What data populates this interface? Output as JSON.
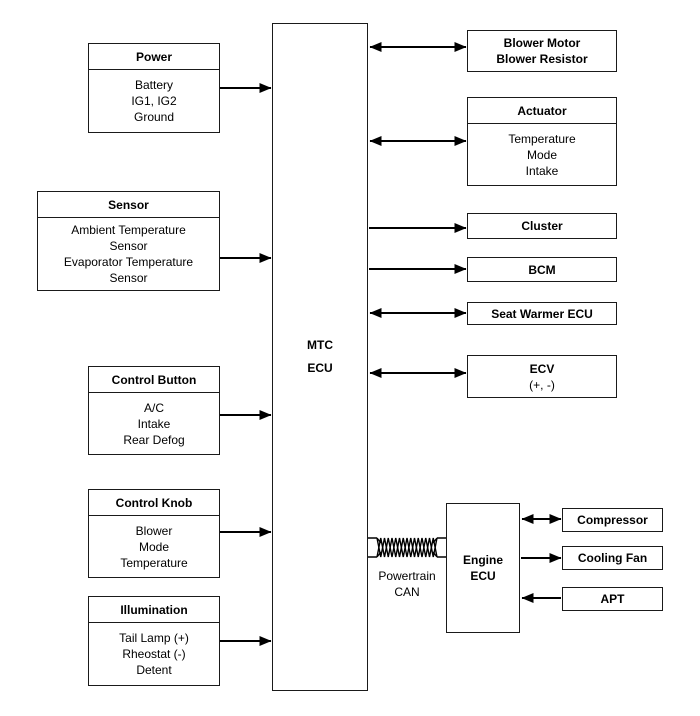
{
  "diagram": {
    "center_box": {
      "line1": "MTC",
      "line2": "ECU"
    },
    "left_boxes": [
      {
        "title": "Power",
        "lines": [
          "Battery",
          "IG1, IG2",
          "Ground"
        ]
      },
      {
        "title": "Sensor",
        "lines": [
          "Ambient Temperature",
          "Sensor",
          "Evaporator Temperature",
          "Sensor"
        ]
      },
      {
        "title": "Control Button",
        "lines": [
          "A/C",
          "Intake",
          "Rear Defog"
        ]
      },
      {
        "title": "Control Knob",
        "lines": [
          "Blower",
          "Mode",
          "Temperature"
        ]
      },
      {
        "title": "Illumination",
        "lines": [
          "Tail Lamp (+)",
          "Rheostat (-)",
          "Detent"
        ]
      }
    ],
    "right_boxes": [
      {
        "line1": "Blower Motor",
        "line2": "Blower Resistor"
      },
      {
        "title": "Actuator",
        "lines": [
          "Temperature",
          "Mode",
          "Intake"
        ]
      },
      {
        "title": "Cluster"
      },
      {
        "title": "BCM"
      },
      {
        "title": "Seat Warmer ECU"
      },
      {
        "title": "ECV",
        "subtitle": "(+, -)"
      }
    ],
    "engine_box": {
      "line1": "Engine",
      "line2": "ECU"
    },
    "engine_right_boxes": [
      {
        "label": "Compressor"
      },
      {
        "label": "Cooling Fan"
      },
      {
        "label": "APT"
      }
    ],
    "bus_label": {
      "line1": "Powertrain",
      "line2": "CAN"
    },
    "colors": {
      "line": "#000000",
      "border": "#1a1a1a",
      "background": "#ffffff",
      "text": "#000000"
    }
  }
}
